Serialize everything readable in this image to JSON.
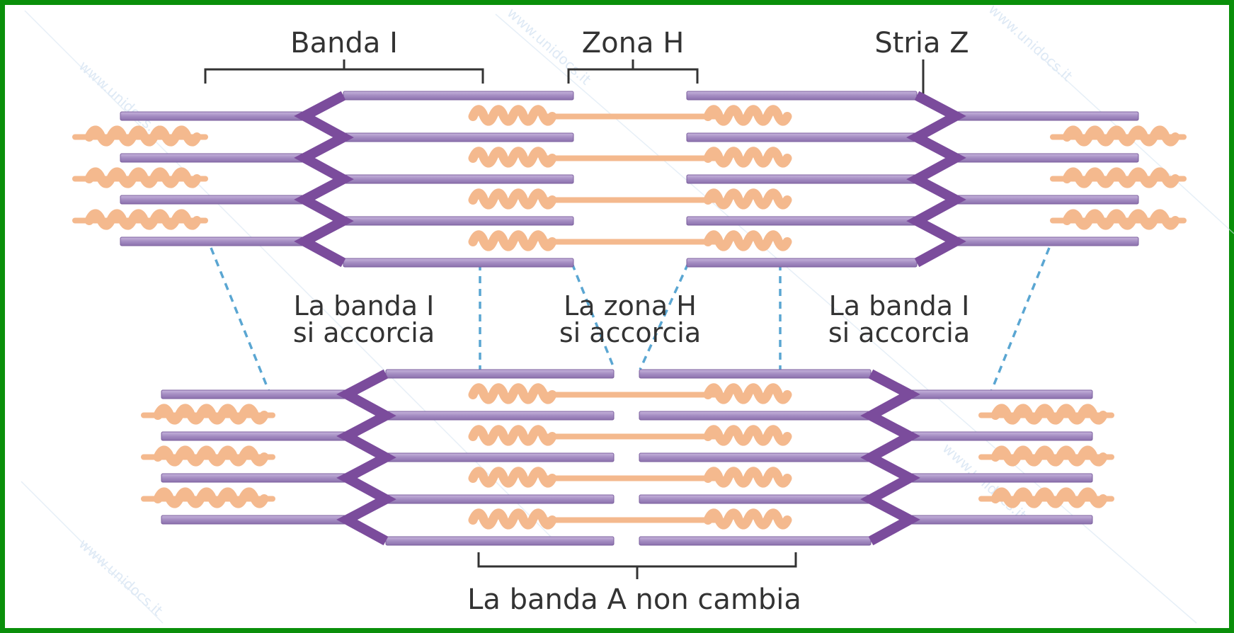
{
  "diagram": {
    "labels": {
      "banda_i": "Banda I",
      "zona_h": "Zona H",
      "stria_z": "Stria Z",
      "middle_left_line1": "La banda I",
      "middle_left_line2": "si accorcia",
      "middle_center_line1": "La zona H",
      "middle_center_line2": "si accorcia",
      "middle_right_line1": "La banda I",
      "middle_right_line2": "si accorcia",
      "bottom": "La banda A non cambia"
    },
    "watermark": "www.unidocs.it",
    "colors": {
      "frame": "#0a8f0a",
      "actin_thin_filament": "#a98fc4",
      "actin_outline": "#7b5f9e",
      "z_disc": "#7b4c9c",
      "myosin_thick_filament": "#f4b98e",
      "dashed_guides": "#5aa6d2",
      "text": "#333333"
    }
  }
}
